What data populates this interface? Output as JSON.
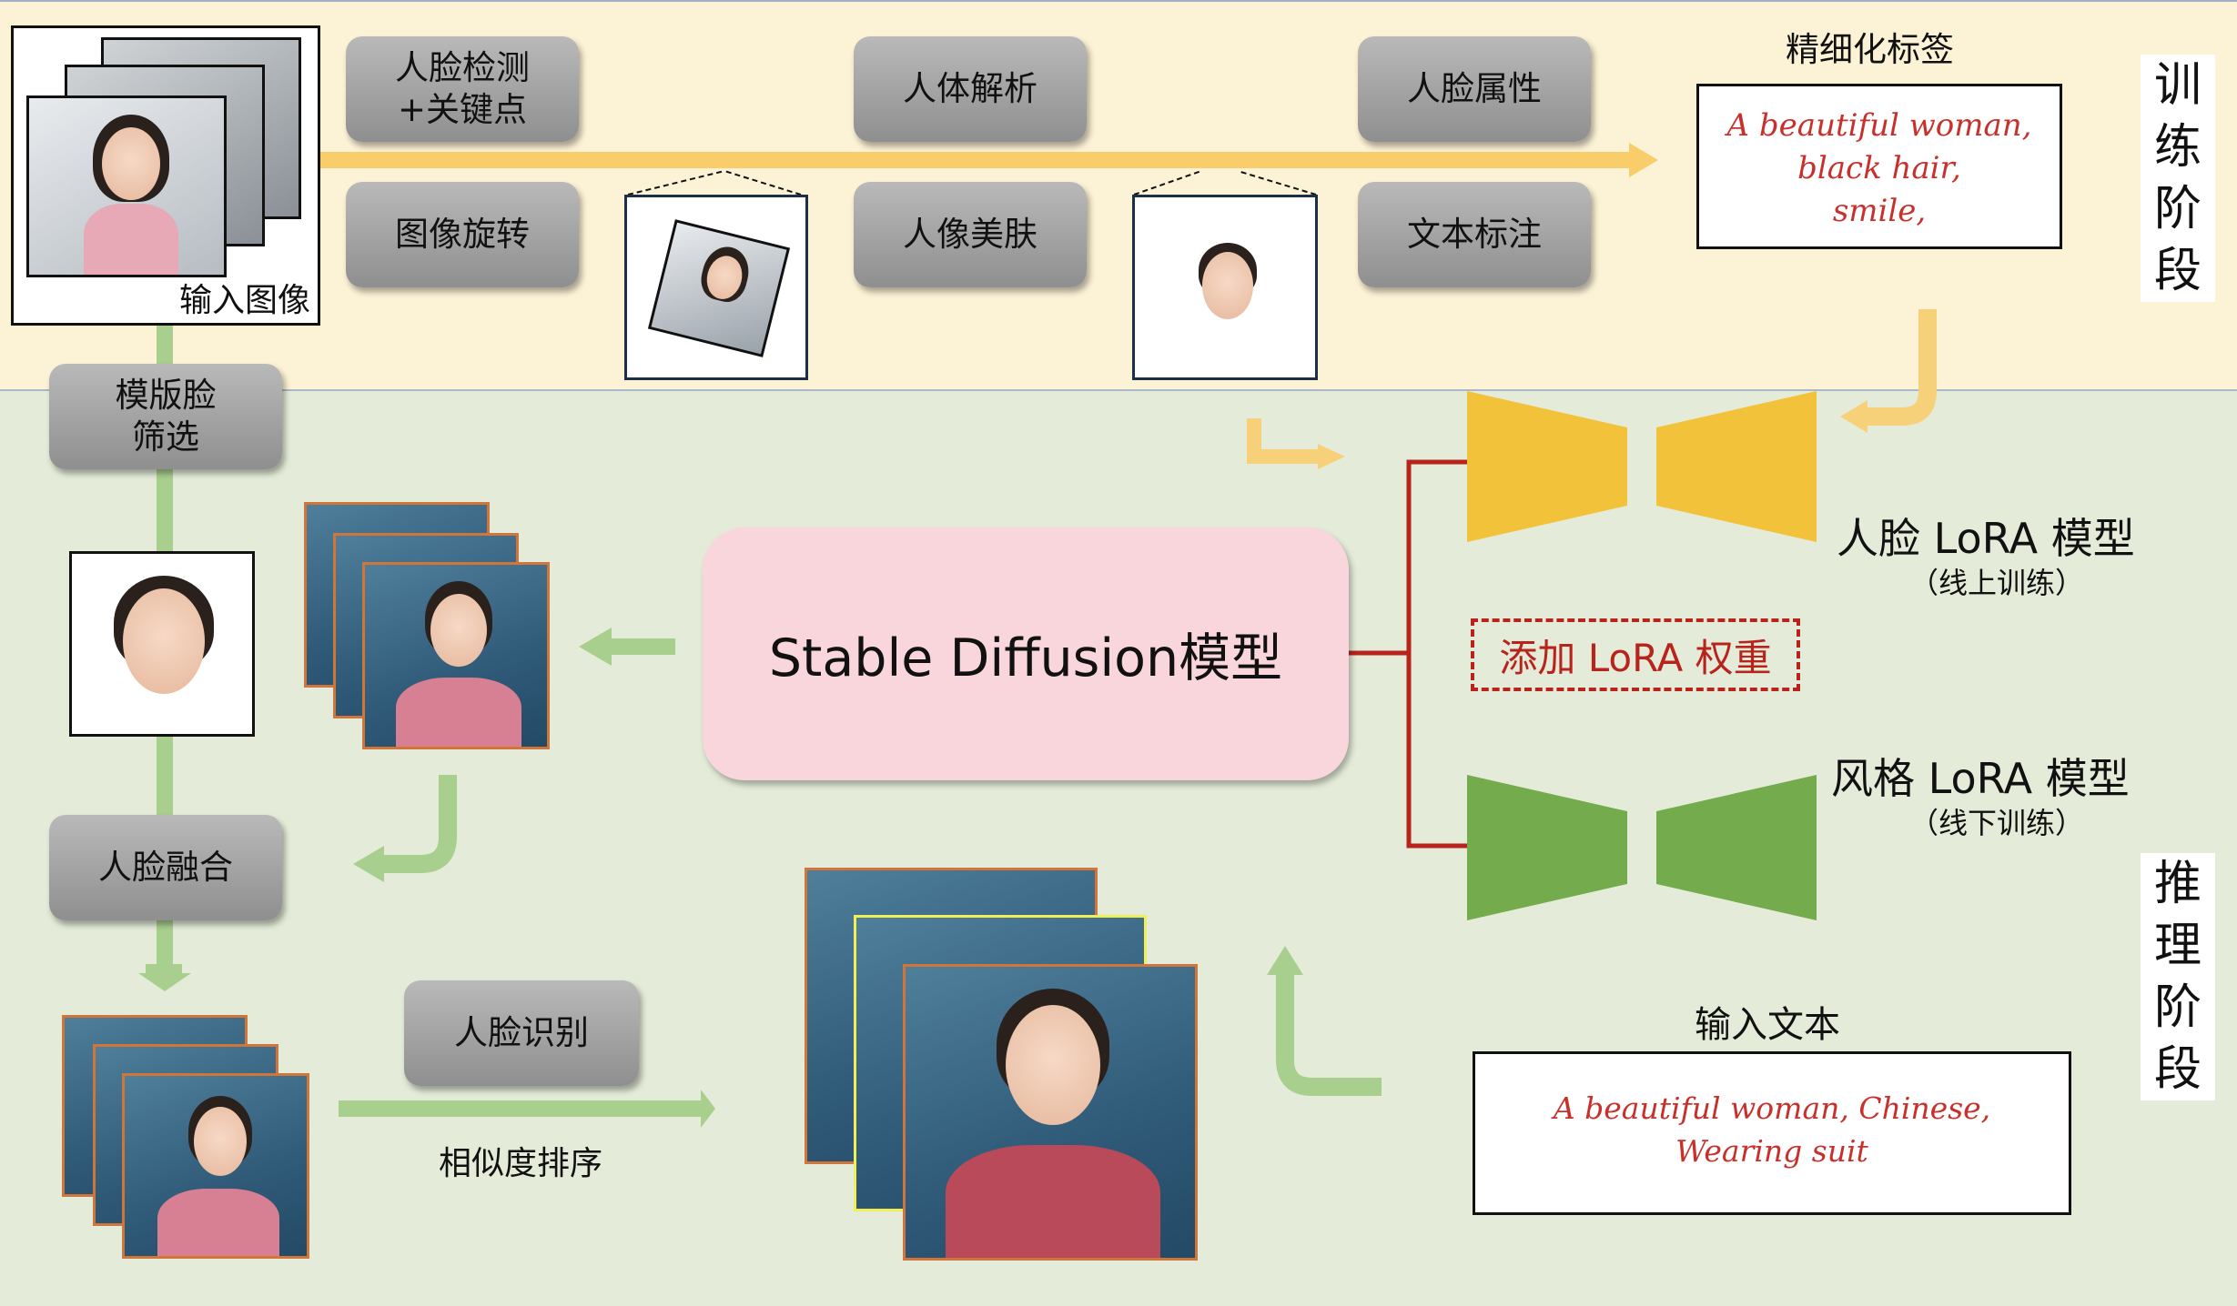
{
  "stages": {
    "train": "训练阶段",
    "infer": "推理阶段"
  },
  "buttons": {
    "face_detect": "人脸检测\n+关键点",
    "rotate": "图像旋转",
    "body_parse": "人体解析",
    "skin": "人像美肤",
    "face_attr": "人脸属性",
    "text_label": "文本标注",
    "template": "模版脸\n筛选",
    "fusion": "人脸融合",
    "recognition": "人脸识别"
  },
  "labels": {
    "input_image": "输入图像",
    "fine_label": "精细化标签",
    "face_lora": "人脸 LoRA 模型",
    "face_lora_sub": "（线上训练）",
    "style_lora": "风格 LoRA 模型",
    "style_lora_sub": "（线下训练）",
    "add_lora": "添加 LoRA 权重",
    "sd_model": "Stable Diffusion模型",
    "input_text": "输入文本",
    "similarity": "相似度排序"
  },
  "texts": {
    "fine_caption": "A beautiful woman,\nblack hair,\nsmile,",
    "input_caption": "A beautiful woman, Chinese,\nWearing suit"
  },
  "colors": {
    "train_bg": "#fcf2d6",
    "infer_bg": "#e4ecd9",
    "caption_red": "#c8302c",
    "face_lora": "#f2c23a",
    "style_lora": "#74ab4c",
    "connector": "#b8241c",
    "sd_box": "#f9d6db"
  }
}
